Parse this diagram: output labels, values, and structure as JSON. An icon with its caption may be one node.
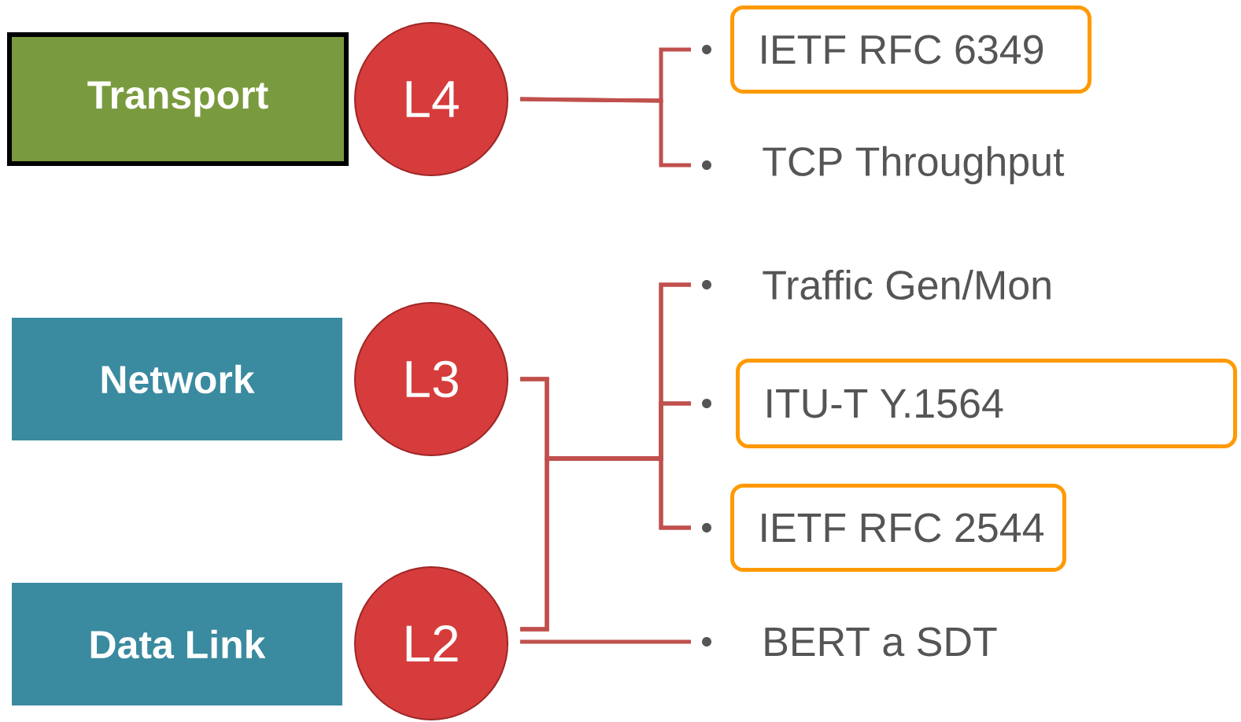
{
  "diagram": {
    "nodes": [
      {
        "text": [
          "Transport"
        ]
      },
      {
        "text": [
          "L4"
        ]
      },
      {
        "text": [
          "Network"
        ]
      },
      {
        "text": [
          "L3"
        ]
      },
      {
        "text": [
          "Data Link"
        ]
      },
      {
        "text": [
          "L2"
        ]
      },
      {
        "text": [
          "IETF RFC 6349"
        ]
      },
      {
        "text": [
          "TCP Throughput"
        ]
      },
      {
        "text": [
          "Traffic Gen/Mon"
        ]
      },
      {
        "text": [
          "ITU-T Y.1564"
        ]
      },
      {
        "text": [
          "IETF RFC 2544"
        ]
      },
      {
        "text": [
          "BERT a SDT"
        ]
      }
    ],
    "edges": [
      {
        "from": 1,
        "to": 6,
        "arrow": "none"
      },
      {
        "from": 1,
        "to": 7,
        "arrow": "none"
      },
      {
        "from": 3,
        "to": 8,
        "arrow": "none"
      },
      {
        "from": 3,
        "to": 9,
        "arrow": "none"
      },
      {
        "from": 3,
        "to": 10,
        "arrow": "none"
      },
      {
        "from": 5,
        "to": 8,
        "arrow": "none"
      },
      {
        "from": 5,
        "to": 9,
        "arrow": "none"
      },
      {
        "from": 5,
        "to": 10,
        "arrow": "none"
      },
      {
        "from": 5,
        "to": 11,
        "arrow": "none"
      }
    ]
  }
}
